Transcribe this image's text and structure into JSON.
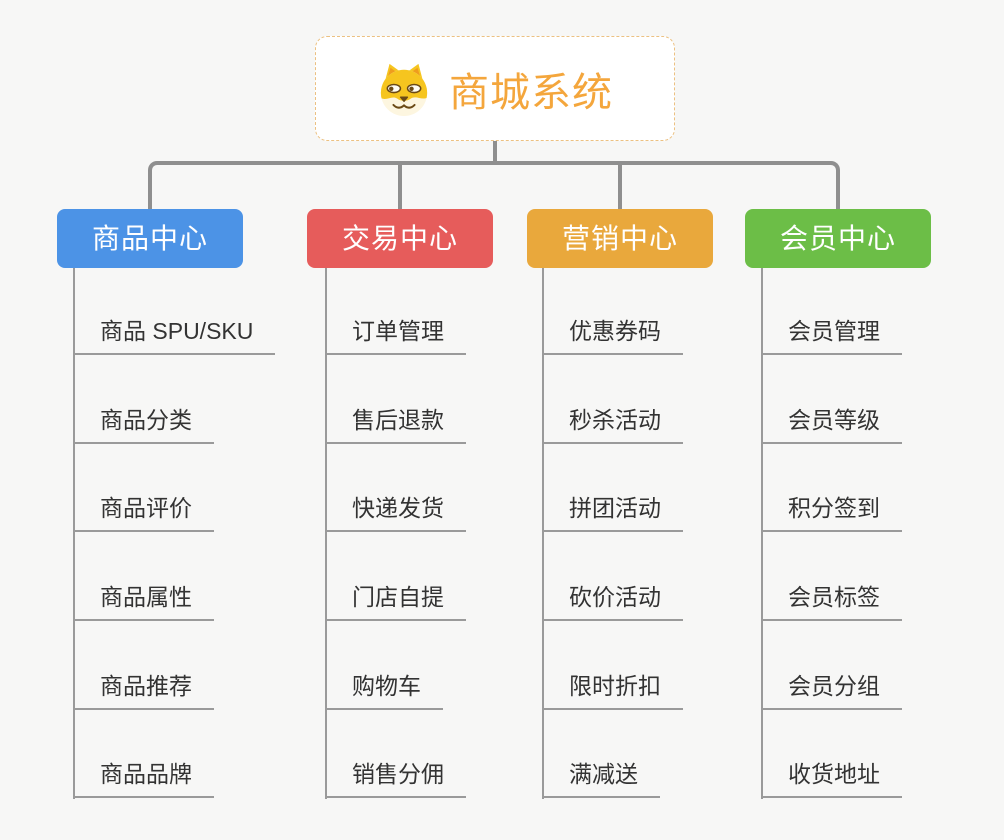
{
  "canvas": {
    "background": "#f7f7f6",
    "connector_color": "#8f8f8f",
    "leaf_line_color": "#9a9a9a",
    "leaf_text_color": "#333333"
  },
  "root": {
    "title": "商城系统",
    "title_color": "#f4a63c",
    "border_color": "#ecc182",
    "icon": "dog-icon"
  },
  "branches": [
    {
      "label": "商品中心",
      "color": "#4c93e6",
      "children": [
        "商品 SPU/SKU",
        "商品分类",
        "商品评价",
        "商品属性",
        "商品推荐",
        "商品品牌"
      ]
    },
    {
      "label": "交易中心",
      "color": "#e65c5b",
      "children": [
        "订单管理",
        "售后退款",
        "快递发货",
        "门店自提",
        "购物车",
        "销售分佣"
      ]
    },
    {
      "label": "营销中心",
      "color": "#e9a83c",
      "children": [
        "优惠券码",
        "秒杀活动",
        "拼团活动",
        "砍价活动",
        "限时折扣",
        "满减送"
      ]
    },
    {
      "label": "会员中心",
      "color": "#6cbe47",
      "children": [
        "会员管理",
        "会员等级",
        "积分签到",
        "会员标签",
        "会员分组",
        "收货地址"
      ]
    }
  ]
}
